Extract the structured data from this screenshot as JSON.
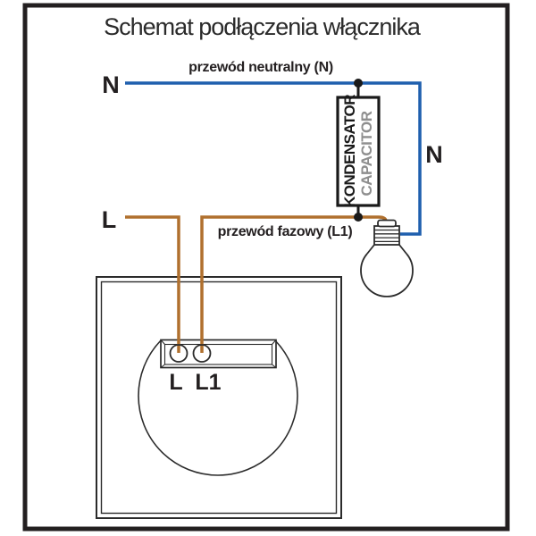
{
  "title": "Schemat podłączenia włącznika",
  "wires": {
    "neutral_label": "przewód neutralny (N)",
    "phase_label": "przewód fazowy (L1)",
    "neutral_letter_left": "N",
    "neutral_letter_right": "N",
    "phase_letter_left": "L"
  },
  "capacitor": {
    "label_pl": "KONDENSATOR",
    "label_en": "CAPACITOR"
  },
  "switch": {
    "terminal_l": "L",
    "terminal_l1": "L1"
  },
  "colors": {
    "neutral_wire": "#1f5fae",
    "phase_wire": "#b0702e",
    "outline": "#231f20",
    "capacitor_en_text": "#8e8e8e"
  }
}
